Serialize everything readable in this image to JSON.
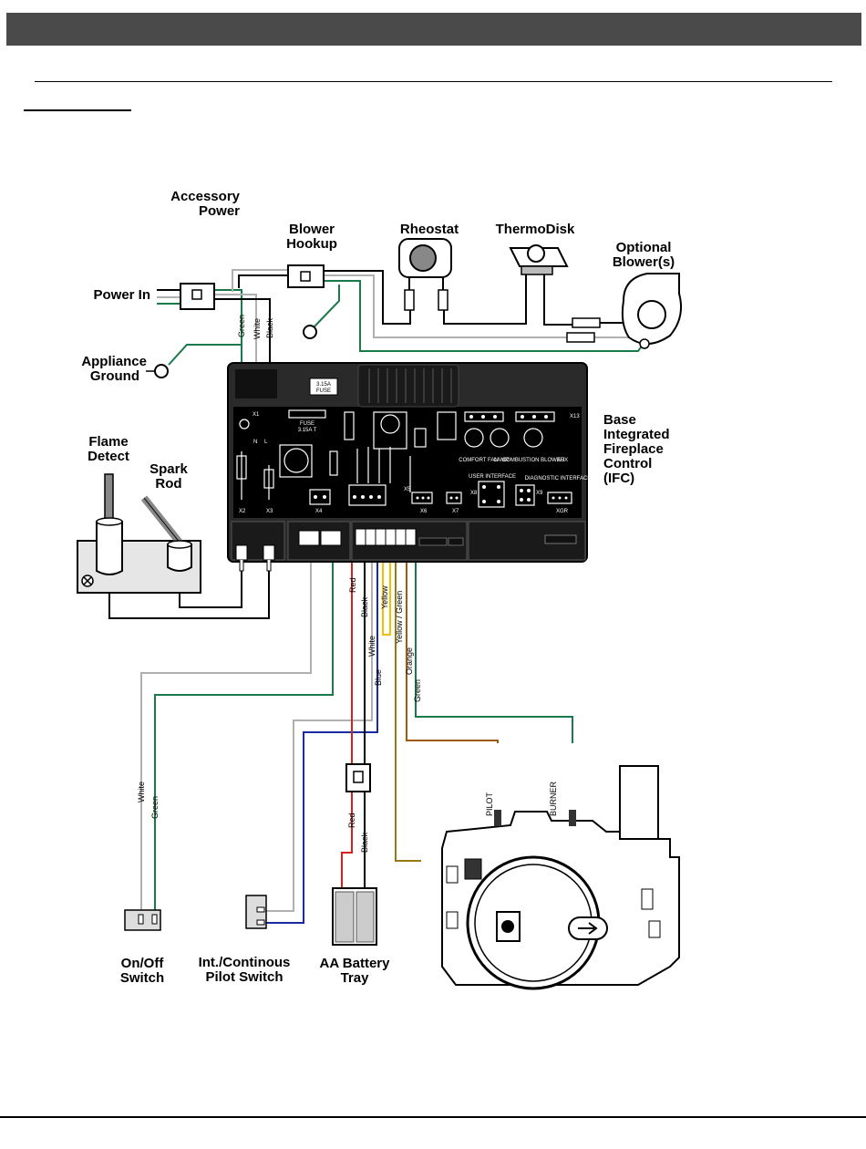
{
  "labels": {
    "accessory_power_1": "Accessory",
    "accessory_power_2": "Power",
    "blower_hookup_1": "Blower",
    "blower_hookup_2": "Hookup",
    "rheostat": "Rheostat",
    "thermodisk": "ThermoDisk",
    "optional_blower_1": "Optional",
    "optional_blower_2": "Blower(s)",
    "power_in": "Power In",
    "appliance_ground_1": "Appliance",
    "appliance_ground_2": "Ground",
    "flame_detect_1": "Flame",
    "flame_detect_2": "Detect",
    "spark_rod_1": "Spark",
    "spark_rod_2": "Rod",
    "ifc_1": "Base",
    "ifc_2": "Integrated",
    "ifc_3": "Fireplace",
    "ifc_4": "Control",
    "ifc_5": "(IFC)",
    "on_off_1": "On/Off",
    "on_off_2": "Switch",
    "pilot_switch_1": "Int./Continous",
    "pilot_switch_2": "Pilot Switch",
    "battery_1": "AA Battery",
    "battery_2": "Tray",
    "pilot": "PILOT",
    "burner": "BURNER"
  },
  "wires": {
    "green": "Green",
    "white": "White",
    "black": "Black",
    "red": "Red",
    "yellow": "Yellow",
    "blue": "Blue",
    "yellow_green": "Yellow / Green",
    "orange": "Orange"
  },
  "board": {
    "fuse_label": "3.15A",
    "fuse_label_2": "FUSE",
    "fuse_small": "FUSE",
    "fuse_small_2": "3.15A T",
    "comfort_fan": "COMFORT FAN",
    "lamp": "LAMP",
    "combustion_blower": "COMBUSTION BLOWER",
    "aux": "AUX",
    "user_interface": "USER INTERFACE",
    "diagnostic_interface": "DIAGNOSTIC INTERFACE",
    "x1": "X1",
    "x2": "X2",
    "x3": "X3",
    "x4": "X4",
    "x5": "X5",
    "x6": "X6",
    "x7": "X7",
    "x8": "X8",
    "x9": "X9",
    "x13": "X13",
    "xgr": "XGR",
    "n": "N",
    "l": "L"
  },
  "colors": {
    "header": "#4a4a4a",
    "board": "#1a1a1a",
    "green_wire": "#1a7a4a",
    "red_wire": "#d62020",
    "blue_wire": "#1a2aa0",
    "yellow_wire": "#f0c000",
    "orange_wire": "#a05a10",
    "olive_wire": "#9a7a10",
    "white_wire": "#b0b0b0",
    "black_wire": "#000000"
  }
}
